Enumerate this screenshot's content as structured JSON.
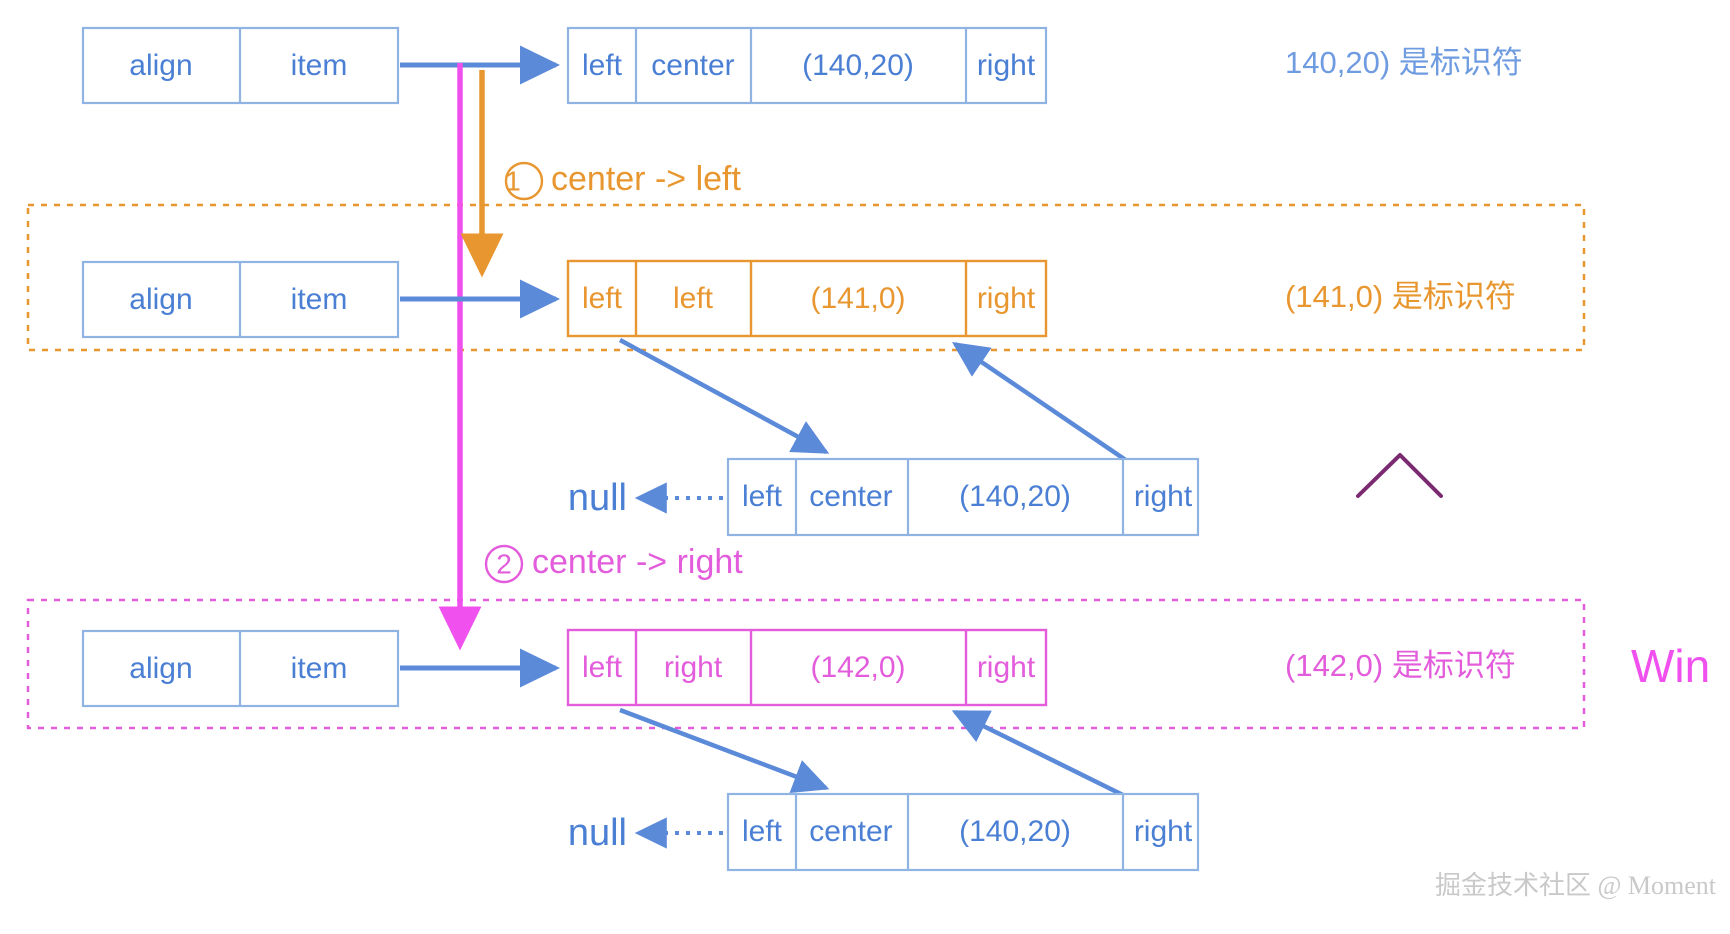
{
  "meta": {
    "title": "Flutter align/item node transformation diagram",
    "background": "#ffffff"
  },
  "colors": {
    "blue": "#5b8ad9",
    "blue_text": "#4a7fd4",
    "blue_border": "#8fb4e3",
    "orange": "#e8962f",
    "magenta": "#e35cdb",
    "magenta_bright": "#f050ee",
    "purple_dark": "#7b2a72",
    "watermark": "#c9c9c9"
  },
  "rows": {
    "row1": {
      "name": "initial-state",
      "left_node": {
        "cells": [
          "align",
          "item"
        ]
      },
      "right_node": {
        "cells": [
          "left",
          "center",
          "(140,20)",
          "right"
        ]
      },
      "side_label": "140,20) 是标识符"
    },
    "row2": {
      "name": "step-one-center-to-left",
      "left_node": {
        "cells": [
          "align",
          "item"
        ]
      },
      "right_node": {
        "cells": [
          "left",
          "left",
          "(141,0)",
          "right"
        ]
      },
      "side_label": "(141,0) 是标识符",
      "detached_node": {
        "cells": [
          "left",
          "center",
          "(140,20)",
          "right"
        ]
      },
      "null_label": "null"
    },
    "row3": {
      "name": "step-two-center-to-right",
      "left_node": {
        "cells": [
          "align",
          "item"
        ]
      },
      "right_node": {
        "cells": [
          "left",
          "right",
          "(142,0)",
          "right"
        ]
      },
      "side_label": "(142,0) 是标识符",
      "detached_node": {
        "cells": [
          "left",
          "center",
          "(140,20)",
          "right"
        ]
      },
      "null_label": "null",
      "win_label": "Win"
    }
  },
  "annotations": {
    "step1": "① center -> left",
    "step2": "② center -> right"
  },
  "watermark": "掘金技术社区 @ Moment"
}
